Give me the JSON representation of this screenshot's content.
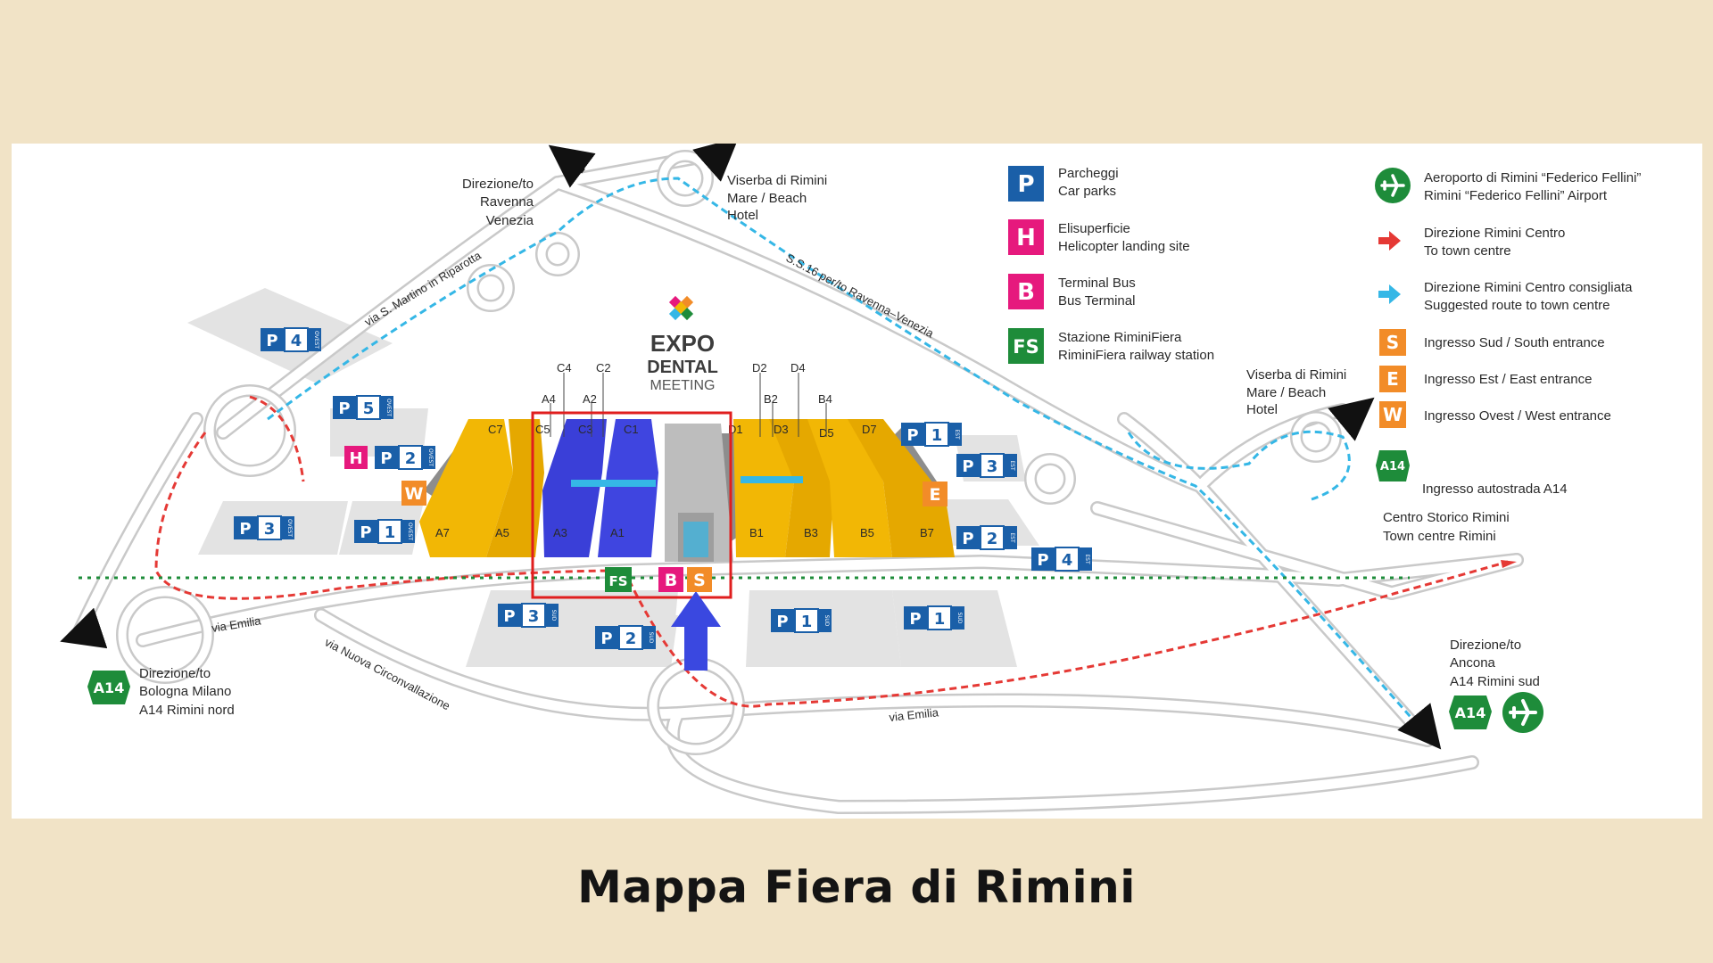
{
  "caption": "Mappa Fiera di Rimini",
  "logo": {
    "line1": "EXPO",
    "line2": "DENTAL",
    "line3": "MEETING"
  },
  "colors": {
    "background": "#f1e3c6",
    "hall_yellow": "#f2b705",
    "hall_blue": "#3a3fd8",
    "parking_blue": "#1a5fa8",
    "entrance_orange": "#f28c28",
    "heli_pink": "#e6197d",
    "green": "#1e8c3a",
    "route_red": "#e53935",
    "route_cyan": "#35b7e6",
    "highlight_red": "#e01e1e"
  },
  "places": {
    "ravenna": [
      "Direzione/to",
      "Ravenna",
      "Venezia"
    ],
    "viserba_top": [
      "Viserba di Rimini",
      "Mare / Beach",
      "Hotel"
    ],
    "viserba_right": [
      "Viserba di Rimini",
      "Mare / Beach",
      "Hotel"
    ],
    "centro": [
      "Centro Storico Rimini",
      "Town centre Rimini"
    ],
    "ancona": [
      "Direzione/to",
      "Ancona",
      "A14 Rimini sud"
    ],
    "bologna": [
      "Direzione/to",
      "Bologna Milano",
      "A14 Rimini nord"
    ]
  },
  "roads": {
    "san_martino": "via S. Martino in Riparotta",
    "ss16": "S.S.16 per/to Ravenna–Venezia",
    "emilia_left": "via Emilia",
    "emilia_bottom": "via Emilia",
    "circonvallazione": "via Nuova Circonvallazione"
  },
  "halls": {
    "upper_labels": [
      "C4",
      "C2",
      "A4",
      "A2",
      "D2",
      "D4",
      "B2",
      "B4"
    ],
    "top": [
      "C7",
      "C5",
      "C3",
      "C1",
      "D1",
      "D3",
      "D5",
      "D7"
    ],
    "bottom": [
      "A7",
      "A5",
      "A3",
      "A1",
      "B1",
      "B3",
      "B5",
      "B7"
    ]
  },
  "parking": [
    {
      "label": "P",
      "number": "4",
      "tag": "OVEST"
    },
    {
      "label": "P",
      "number": "5",
      "tag": "OVEST"
    },
    {
      "label": "P",
      "number": "2",
      "tag": "OVEST"
    },
    {
      "label": "P",
      "number": "3",
      "tag": "OVEST"
    },
    {
      "label": "P",
      "number": "1",
      "tag": "OVEST"
    },
    {
      "label": "P",
      "number": "1",
      "tag": "EST"
    },
    {
      "label": "P",
      "number": "3",
      "tag": "EST"
    },
    {
      "label": "P",
      "number": "2",
      "tag": "EST"
    },
    {
      "label": "P",
      "number": "4",
      "tag": "EST"
    },
    {
      "label": "P",
      "number": "3",
      "tag": "SUD"
    },
    {
      "label": "P",
      "number": "2",
      "tag": "SUD"
    },
    {
      "label": "P",
      "number": "1",
      "tag": "SUD"
    },
    {
      "label": "P",
      "number": "1",
      "tag": "SUD"
    }
  ],
  "badges": {
    "heli": "H",
    "west": "W",
    "east": "E",
    "south": "S",
    "bus": "B",
    "fs": "FS",
    "a14": "A14"
  },
  "legend_left": [
    {
      "icon": "P",
      "line1": "Parcheggi",
      "line2": "Car parks"
    },
    {
      "icon": "H",
      "line1": "Elisuperficie",
      "line2": "Helicopter landing site"
    },
    {
      "icon": "B",
      "line1": "Terminal Bus",
      "line2": "Bus Terminal"
    },
    {
      "icon": "FS",
      "line1": "Stazione RiminiFiera",
      "line2": "RiminiFiera railway station"
    }
  ],
  "legend_right": [
    {
      "icon": "airplane-icon",
      "line1": "Aeroporto di Rimini “Federico Fellini”",
      "line2": "Rimini “Federico Fellini” Airport"
    },
    {
      "icon": "red-arrow-icon",
      "line1": "Direzione Rimini Centro",
      "line2": "To town centre"
    },
    {
      "icon": "cyan-arrow-icon",
      "line1": "Direzione Rimini Centro consigliata",
      "line2": "Suggested route to town centre"
    },
    {
      "icon": "S",
      "line1": "Ingresso Sud / South entrance",
      "line2": ""
    },
    {
      "icon": "E",
      "line1": "Ingresso Est / East entrance",
      "line2": ""
    },
    {
      "icon": "W",
      "line1": "Ingresso Ovest / West entrance",
      "line2": ""
    },
    {
      "icon": "A14",
      "line1": "Ingresso autostrada A14",
      "line2": ""
    }
  ]
}
